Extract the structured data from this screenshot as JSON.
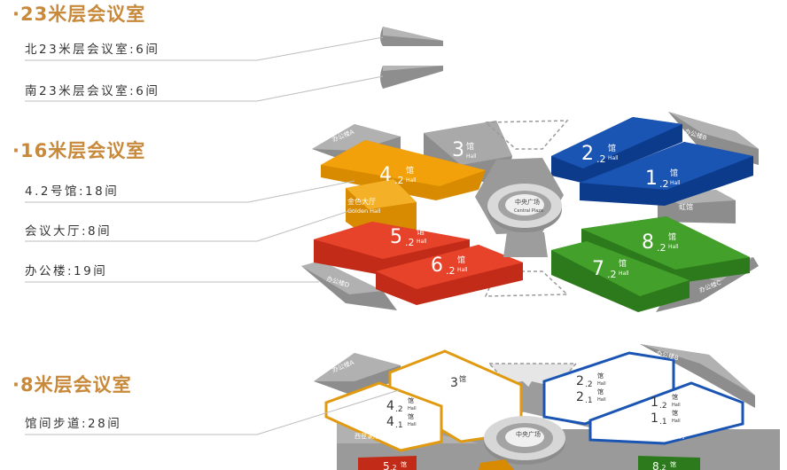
{
  "sections": [
    {
      "title": "·23米层会议室",
      "items": [
        "北23米层会议室:6间",
        "南23米层会议室:6间"
      ]
    },
    {
      "title": "·16米层会议室",
      "items": [
        "4.2号馆:18间",
        "会议大厅:8间",
        "办公楼:19间"
      ]
    },
    {
      "title": "·8米层会议室",
      "items": [
        "馆间步道:28间"
      ]
    }
  ],
  "map16": {
    "halls": {
      "h42": {
        "num": "4",
        "sub": ".2",
        "zh": "馆",
        "en": "Hall"
      },
      "h52": {
        "num": "5",
        "sub": ".2",
        "zh": "馆",
        "en": "Hall"
      },
      "h62": {
        "num": "6",
        "sub": ".2",
        "zh": "馆",
        "en": "Hall"
      },
      "h3": {
        "num": "3",
        "sub": "",
        "zh": "馆",
        "en": "Hall"
      },
      "h22": {
        "num": "2",
        "sub": ".2",
        "zh": "馆",
        "en": "Hall"
      },
      "h12": {
        "num": "1",
        "sub": ".2",
        "zh": "馆",
        "en": "Hall"
      },
      "h82": {
        "num": "8",
        "sub": ".2",
        "zh": "馆",
        "en": "Hall"
      },
      "h72": {
        "num": "7",
        "sub": ".2",
        "zh": "馆",
        "en": "Hall"
      }
    },
    "golden_hall": {
      "zh": "金色大厅",
      "en": "Golden Hall"
    },
    "plaza": {
      "zh": "中央广场",
      "en": "Central Plaza"
    },
    "tags": {
      "nw": "办公楼A",
      "ne": "办公楼B",
      "sw": "办公楼D",
      "se": "办公楼C",
      "e": "虹馆"
    }
  },
  "map8": {
    "halls": {
      "h3": {
        "num": "3",
        "zh": "馆"
      },
      "h42": {
        "num": "4",
        "sub": ".2",
        "zh": "馆",
        "en": "Hall"
      },
      "h41": {
        "num": "4",
        "sub": ".1",
        "zh": "馆",
        "en": "Hall"
      },
      "h22": {
        "num": "2",
        "sub": ".2",
        "zh": "馆",
        "en": "Hall"
      },
      "h21": {
        "num": "2",
        "sub": ".1",
        "zh": "馆",
        "en": "Hall"
      },
      "h12": {
        "num": "1",
        "sub": ".2",
        "zh": "馆",
        "en": "Hall"
      },
      "h11": {
        "num": "1",
        "sub": ".1",
        "zh": "馆",
        "en": "Hall"
      },
      "h52": {
        "num": "5",
        "sub": ".2",
        "zh": "馆"
      },
      "h82": {
        "num": "8",
        "sub": ".2",
        "zh": "馆"
      }
    },
    "plaza": "中央广场",
    "tags": {
      "nw": "办公楼A",
      "ne": "办公楼B",
      "w": "西登录厅",
      "e": "东登录厅"
    }
  }
}
